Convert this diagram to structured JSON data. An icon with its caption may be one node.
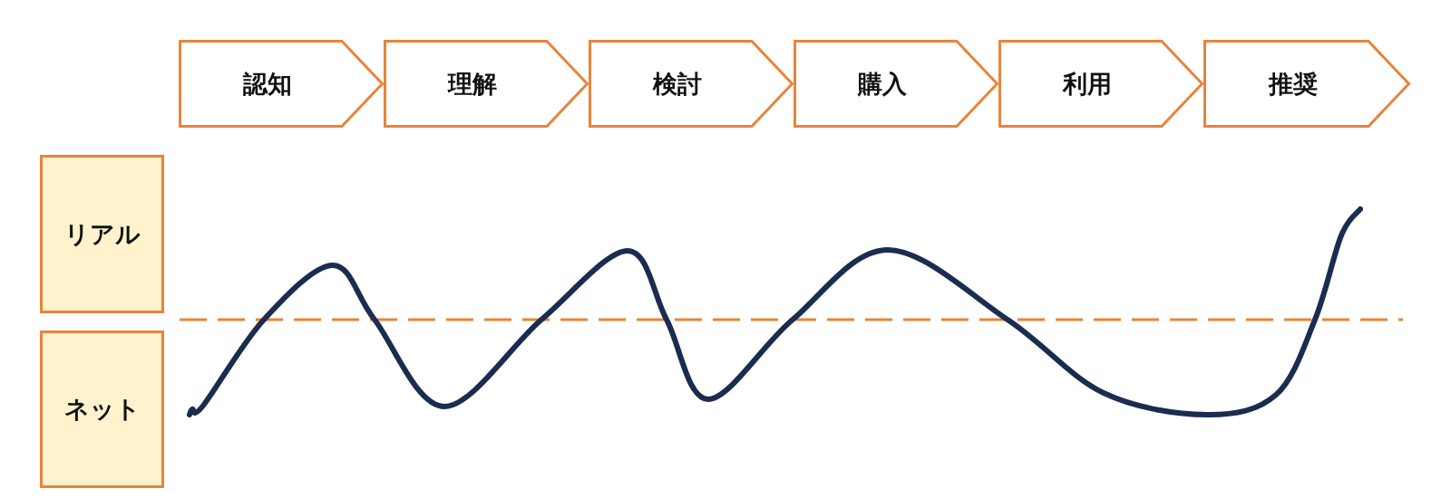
{
  "diagram": {
    "nodes": [
      {
        "text": [
          "認知"
        ]
      },
      {
        "text": [
          "理解"
        ]
      },
      {
        "text": [
          "検討"
        ]
      },
      {
        "text": [
          "購入"
        ]
      },
      {
        "text": [
          "利用"
        ]
      },
      {
        "text": [
          "推奨"
        ]
      },
      {
        "text": [
          "リアル"
        ]
      },
      {
        "text": [
          "ネット"
        ]
      }
    ],
    "edges": []
  }
}
